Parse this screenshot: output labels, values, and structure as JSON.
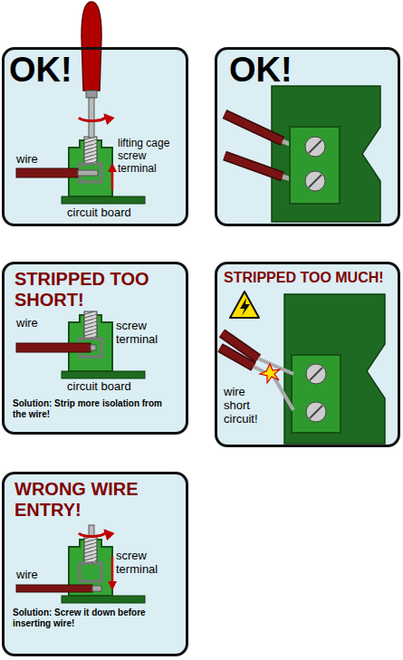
{
  "diagram": {
    "nodes": [
      {
        "text": [
          "OK!",
          "wire",
          "lifting cage screw terminal",
          "circuit board"
        ]
      },
      {
        "text": [
          "OK!"
        ]
      },
      {
        "text": [
          "STRIPPED TOO SHORT!",
          "wire",
          "screw terminal",
          "circuit board",
          "Solution: Strip more isolation from the wire!"
        ]
      },
      {
        "text": [
          "STRIPPED TOO MUCH!",
          "wire short circuit!"
        ]
      },
      {
        "text": [
          "WRONG WIRE ENTRY!",
          "wire",
          "screw terminal",
          "Solution: Screw it down before inserting wire!"
        ]
      }
    ]
  }
}
